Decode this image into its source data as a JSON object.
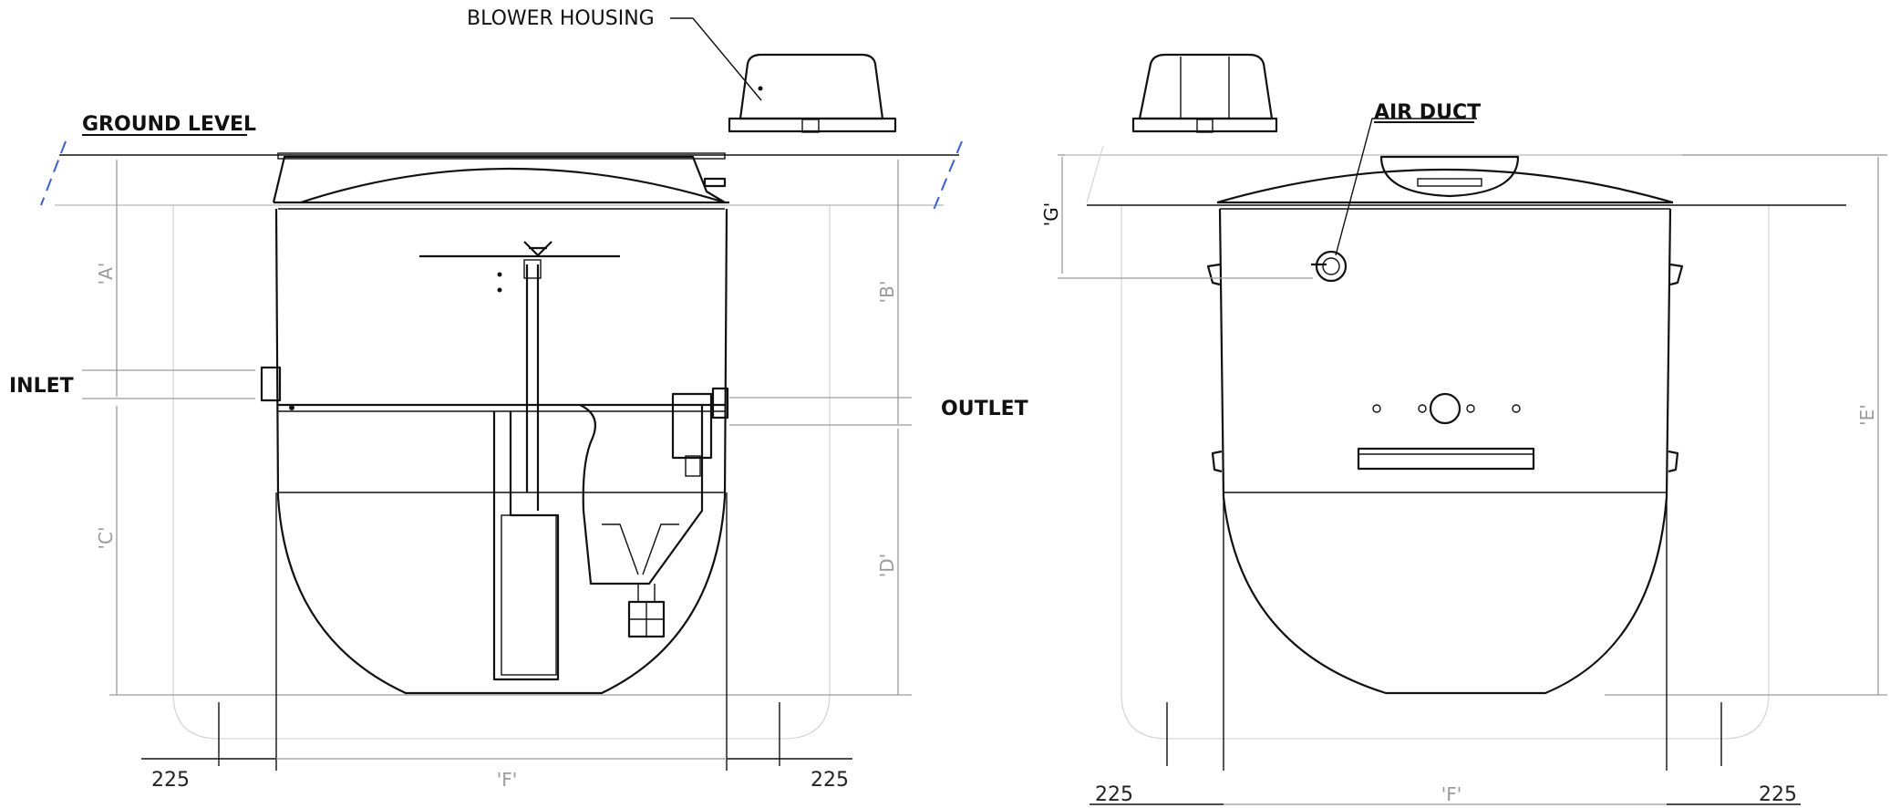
{
  "labels": {
    "blower_housing": "BLOWER HOUSING",
    "ground_level": "GROUND LEVEL",
    "air_duct": "AIR DUCT",
    "inlet": "INLET",
    "outlet": "OUTLET"
  },
  "dimensions": {
    "a": "'A'",
    "b": "'B'",
    "c": "'C'",
    "d": "'D'",
    "e": "'E'",
    "f": "'F'",
    "g": "'G'",
    "clearance": "225"
  },
  "colors": {
    "ink": "#111111",
    "dimension": "#9a9a9a",
    "ground_marker": "#3a5fd0"
  }
}
